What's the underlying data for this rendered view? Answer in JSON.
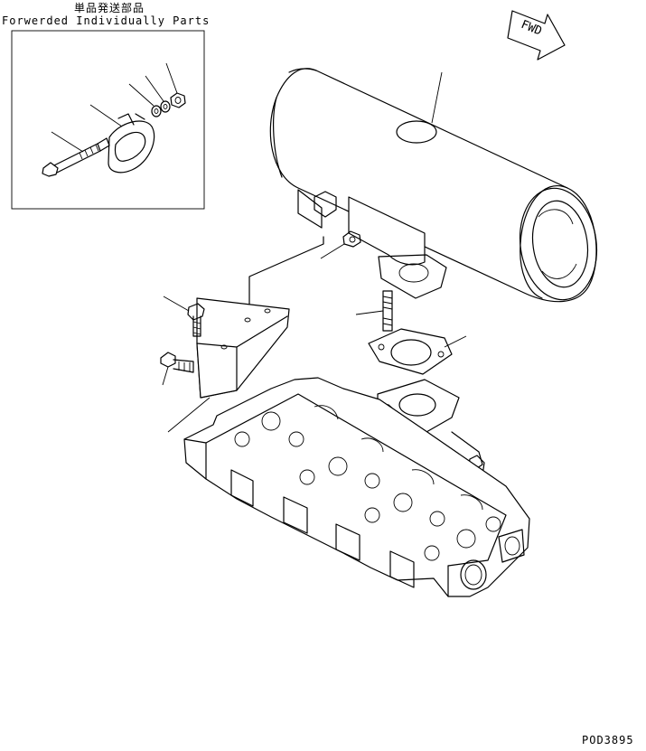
{
  "header": {
    "japanese_label": "単品発送部品",
    "english_label": "Forwerded Individually Parts"
  },
  "direction_marker": {
    "text": "FWD"
  },
  "footer": {
    "part_number": "POD3895"
  }
}
